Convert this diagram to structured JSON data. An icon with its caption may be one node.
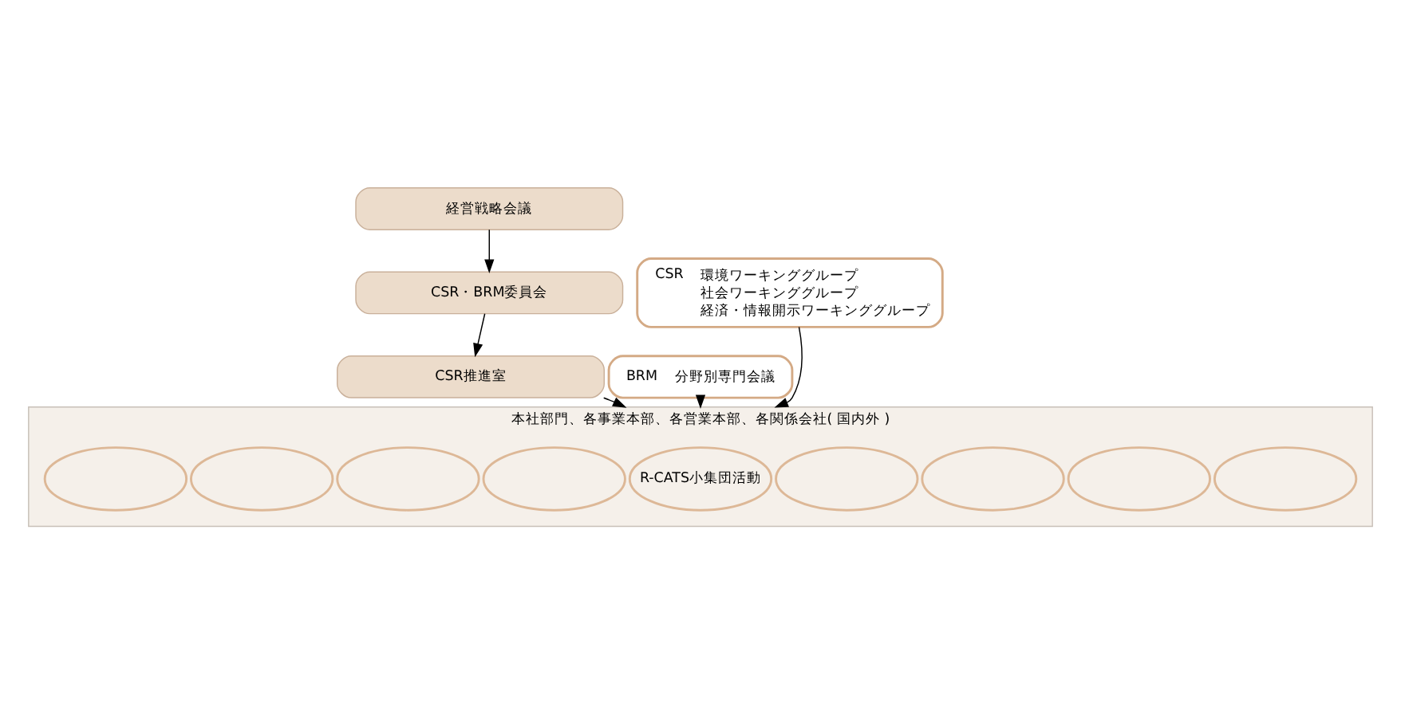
{
  "diagram": {
    "nodes": [
      {
        "text": [
          "経営戦略会議"
        ]
      },
      {
        "text": [
          "CSR・BRM委員会"
        ]
      },
      {
        "text": [
          "CSR推進室"
        ]
      },
      {
        "text": [
          "CSR",
          "環境ワーキンググループ",
          "社会ワーキンググループ",
          "経済・情報開示ワーキンググループ"
        ]
      },
      {
        "text": [
          "BRM",
          "分野別専門会議"
        ]
      },
      {
        "text": [
          "本社部門、各事業本部、各営業本部、各関係会社( 国内外 )"
        ]
      },
      {
        "text": [],
        "shape": "ellipse",
        "in": 5
      },
      {
        "text": [],
        "shape": "ellipse",
        "in": 5
      },
      {
        "text": [],
        "shape": "ellipse",
        "in": 5
      },
      {
        "text": [],
        "shape": "ellipse",
        "in": 5
      },
      {
        "text": [
          "R-CATS小集団活動"
        ],
        "in": 5
      },
      {
        "text": [],
        "shape": "ellipse",
        "in": 5
      },
      {
        "text": [],
        "shape": "ellipse",
        "in": 5
      },
      {
        "text": [],
        "shape": "ellipse",
        "in": 5
      },
      {
        "text": [],
        "shape": "ellipse",
        "in": 5
      }
    ],
    "edges": [
      {
        "from": 0,
        "to": 1,
        "arrow": "to"
      },
      {
        "from": 1,
        "to": 2,
        "arrow": "to"
      },
      {
        "from": 2,
        "to": 5,
        "arrow": "to"
      },
      {
        "from": 3,
        "to": 5,
        "arrow": "to"
      },
      {
        "from": 4,
        "to": 5,
        "arrow": "to"
      }
    ]
  }
}
